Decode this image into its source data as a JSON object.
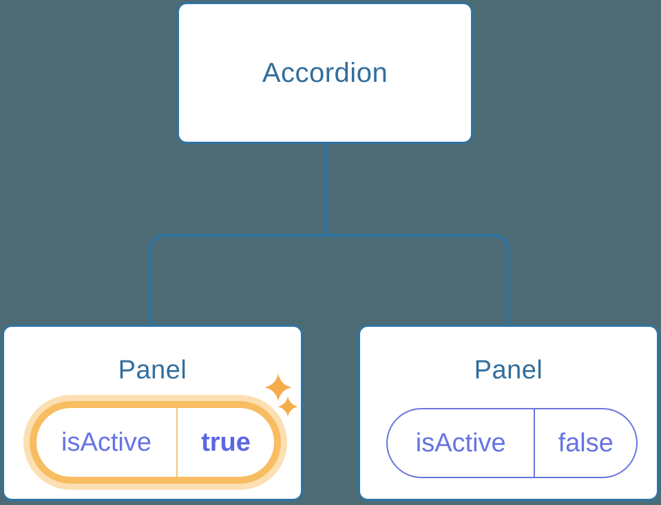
{
  "diagram": {
    "type": "component-tree",
    "root": {
      "label": "Accordion"
    },
    "panels": [
      {
        "title": "Panel",
        "state": {
          "key": "isActive",
          "value": "true"
        },
        "highlighted": true
      },
      {
        "title": "Panel",
        "state": {
          "key": "isActive",
          "value": "false"
        },
        "highlighted": false
      }
    ],
    "colors": {
      "background": "#4C6B74",
      "connector_blue": "#2E74A4",
      "node_text_blue": "#336E9C",
      "state_purple": "#6673E4",
      "state_value_bold_purple": "#5B66E3",
      "highlight_orange": "#F8BC61",
      "highlight_glow": "#FCDFB2",
      "sparkle_orange": "#F5AC4B"
    }
  }
}
